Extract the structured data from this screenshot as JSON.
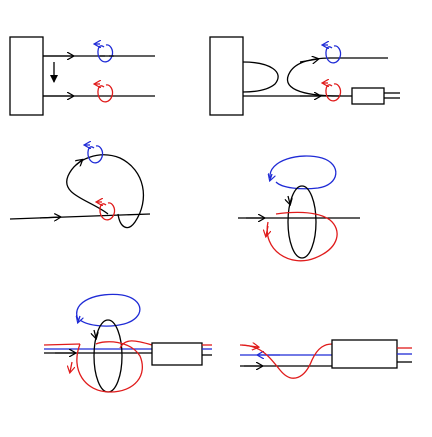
{
  "figure": {
    "description_panels": [
      {
        "id": "panel-1"
      },
      {
        "id": "panel-2"
      },
      {
        "id": "panel-3"
      },
      {
        "id": "panel-4"
      },
      {
        "id": "panel-5"
      },
      {
        "id": "panel-6"
      }
    ],
    "colors": {
      "strand": "#000000",
      "red_loop": "#e01b1b",
      "blue_loop": "#1f2bd6",
      "background": "#ffffff"
    },
    "icons": [
      "arrowhead",
      "box",
      "loop-arrow"
    ]
  }
}
